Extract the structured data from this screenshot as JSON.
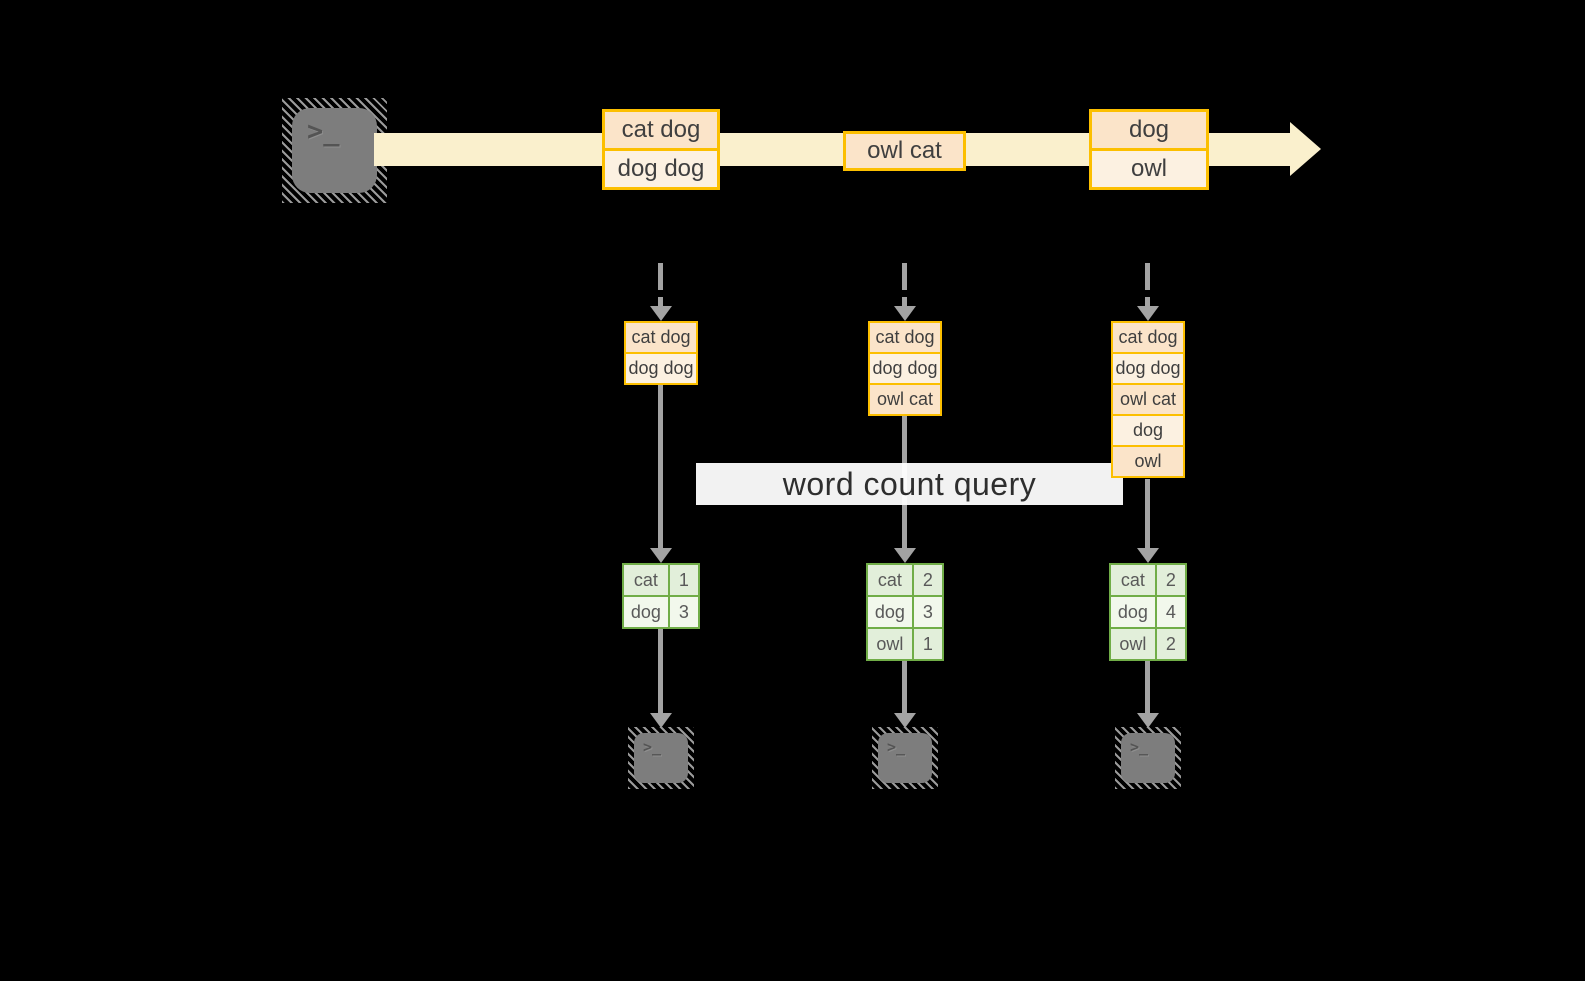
{
  "diagram": {
    "query_label": "word count query",
    "prompt_glyph": ">_",
    "stream_events": [
      {
        "lines": [
          "cat dog",
          "dog dog"
        ]
      },
      {
        "lines": [
          "owl cat"
        ]
      },
      {
        "lines": [
          "dog",
          "owl"
        ]
      }
    ],
    "columns": [
      {
        "buffer": [
          "cat dog",
          "dog dog"
        ],
        "counts": [
          {
            "word": "cat",
            "count": "1"
          },
          {
            "word": "dog",
            "count": "3"
          }
        ]
      },
      {
        "buffer": [
          "cat dog",
          "dog dog",
          "owl cat"
        ],
        "counts": [
          {
            "word": "cat",
            "count": "2"
          },
          {
            "word": "dog",
            "count": "3"
          },
          {
            "word": "owl",
            "count": "1"
          }
        ]
      },
      {
        "buffer": [
          "cat dog",
          "dog dog",
          "owl cat",
          "dog",
          "owl"
        ],
        "counts": [
          {
            "word": "cat",
            "count": "2"
          },
          {
            "word": "dog",
            "count": "4"
          },
          {
            "word": "owl",
            "count": "2"
          }
        ]
      }
    ],
    "colors": {
      "gold_border": "#FCBF00",
      "peach_fill": "#FBE4C9",
      "cream_fill": "#FCF1E1",
      "arrow_fill": "#FAF0CD",
      "green_border": "#70AD47",
      "green_fill": "#E2EFDA",
      "green_fill_light": "#F2F8EC",
      "connector_gray": "#A3A3A3",
      "terminal_gray": "#7D7D7D"
    }
  }
}
